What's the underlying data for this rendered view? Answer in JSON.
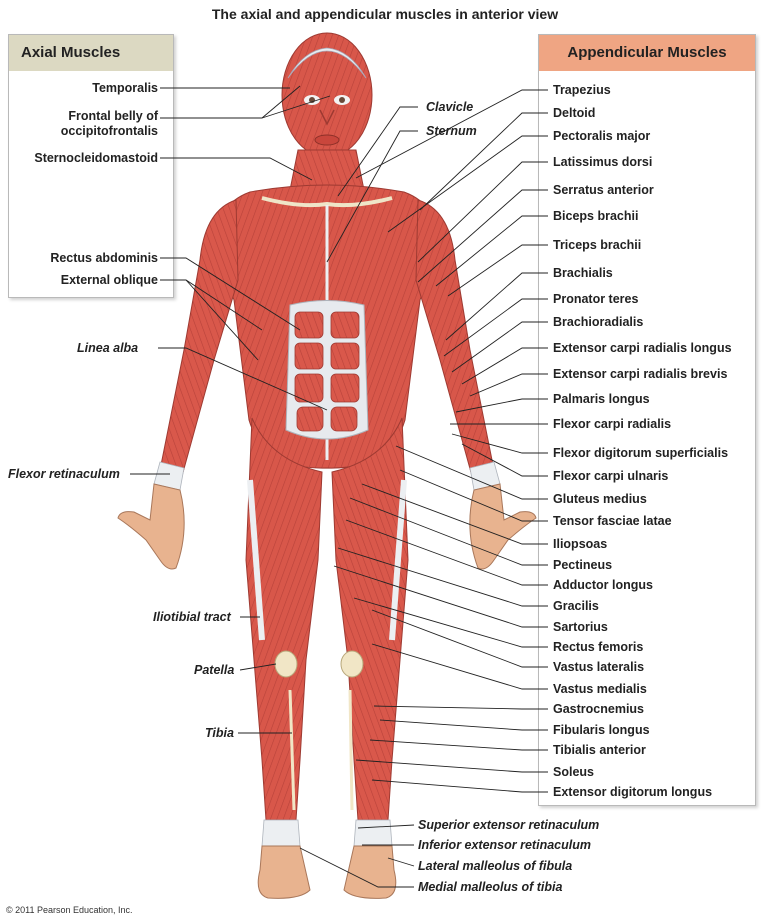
{
  "title": "The axial and appendicular muscles in anterior view",
  "axial": {
    "header": "Axial Muscles",
    "labels": [
      "Temporalis",
      "Frontal belly of\noccipitofrontalis",
      "Sternocleidomastoid",
      "Rectus abdominis",
      "External oblique"
    ]
  },
  "appendicular": {
    "header": "Appendicular Muscles",
    "labels": [
      "Trapezius",
      "Deltoid",
      "Pectoralis major",
      "Latissimus dorsi",
      "Serratus anterior",
      "Biceps brachii",
      "Triceps brachii",
      "Brachialis",
      "Pronator teres",
      "Brachioradialis",
      "Extensor carpi radialis longus",
      "Extensor carpi radialis brevis",
      "Palmaris longus",
      "Flexor carpi radialis",
      "Flexor digitorum superficialis",
      "Flexor carpi ulnaris",
      "Gluteus medius",
      "Tensor fasciae latae",
      "Iliopsoas",
      "Pectineus",
      "Adductor longus",
      "Gracilis",
      "Sartorius",
      "Rectus femoris",
      "Vastus lateralis",
      "Vastus medialis",
      "Gastrocnemius",
      "Fibularis longus",
      "Tibialis anterior",
      "Soleus",
      "Extensor digitorum longus"
    ]
  },
  "left_italic": [
    "Linea alba",
    "Flexor retinaculum",
    "Iliotibial tract",
    "Patella",
    "Tibia"
  ],
  "top_italic": [
    "Clavicle",
    "Sternum"
  ],
  "bottom_italic": [
    "Superior extensor retinaculum",
    "Inferior extensor retinaculum",
    "Lateral malleolus of fibula",
    "Medial malleolus of tibia"
  ],
  "copyright": "© 2011 Pearson Education, Inc.",
  "colors": {
    "muscle": "#d8574a",
    "muscle_dark": "#b03a30",
    "skin": "#e8b38f",
    "tendon": "#eef0f2",
    "axial_header": "#dcd9c2",
    "appendicular_header": "#efa583"
  }
}
